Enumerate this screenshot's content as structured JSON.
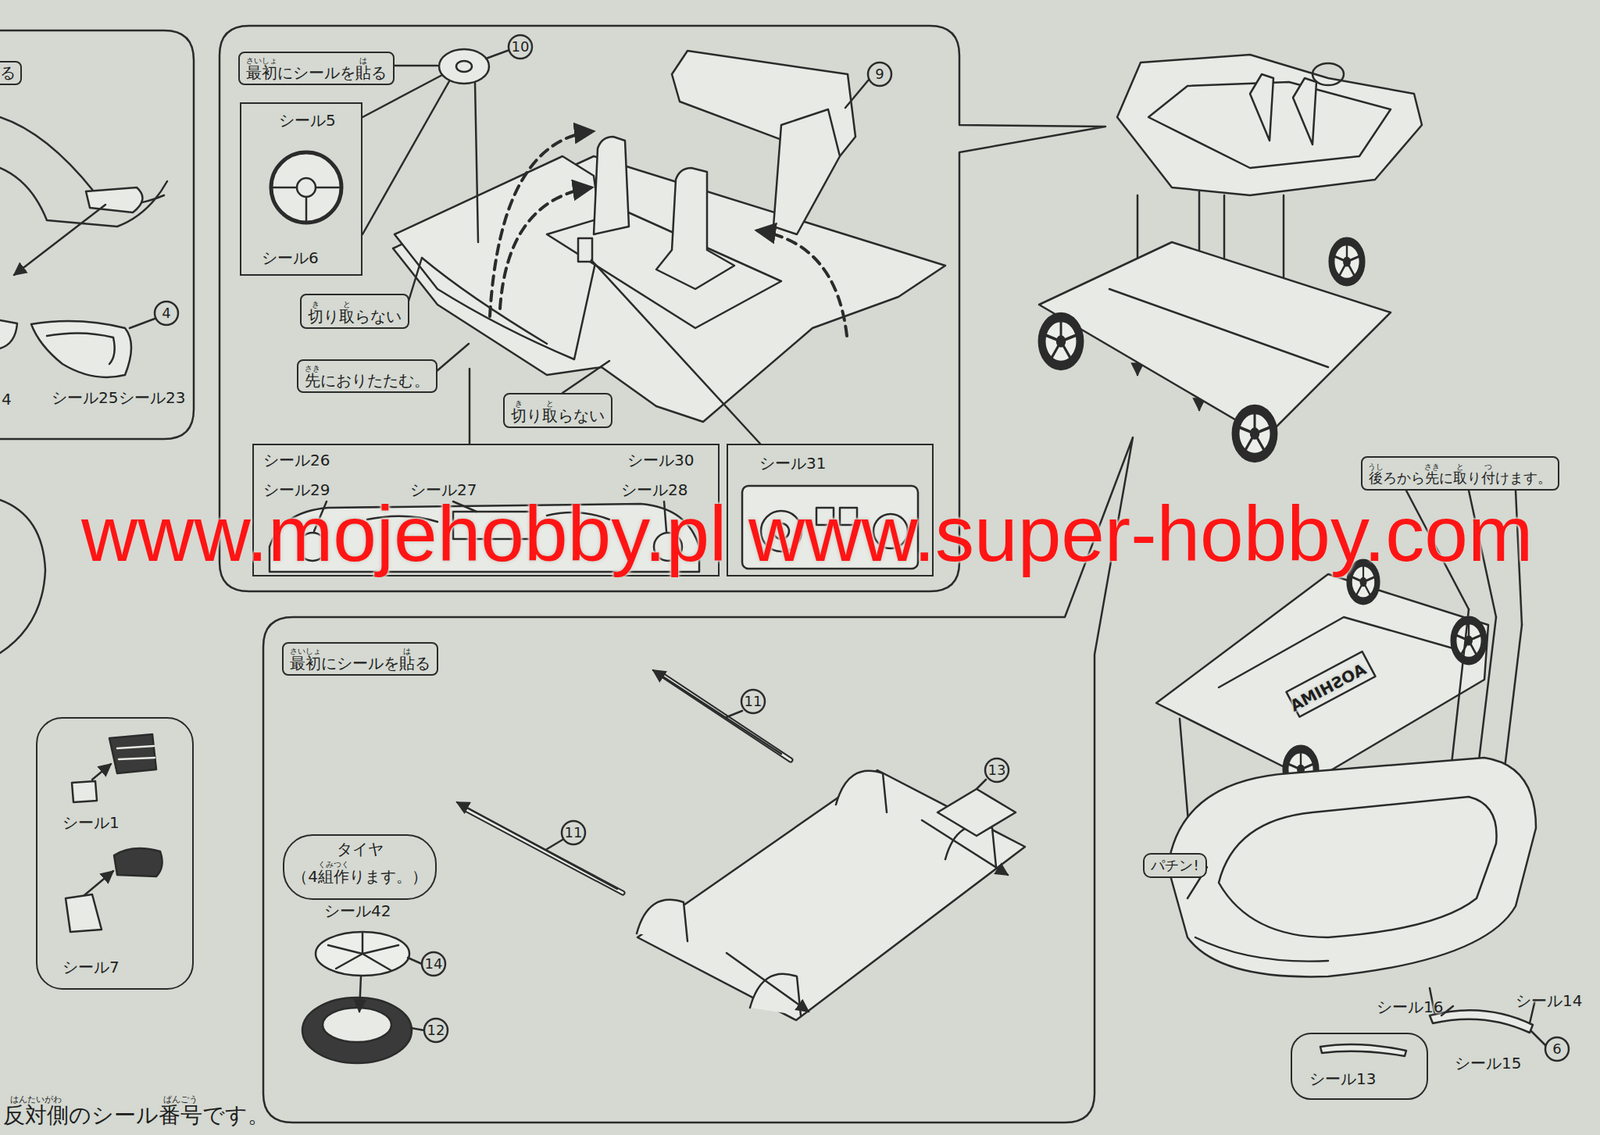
{
  "diagram": {
    "nodes": [
      {
        "text": [
          "る"
        ]
      },
      {
        "text": [
          "シール1",
          "シール7"
        ]
      },
      {
        "text": [
          "最初にシールを貼る",
          "さいしょ",
          "は"
        ]
      },
      {
        "text": [
          "シール5",
          "シール6"
        ]
      },
      {
        "text": [
          "切り取らない",
          "き",
          "と"
        ]
      },
      {
        "text": [
          "先におりたたむ。",
          "さき"
        ]
      },
      {
        "text": [
          "切り取らない",
          "き",
          "と"
        ]
      },
      {
        "text": [
          "シール26",
          "シール30",
          "シール29",
          "シール27",
          "シール28"
        ]
      },
      {
        "text": [
          "シール31"
        ]
      },
      {
        "text": [
          "最初にシールを貼る",
          "さいしょ",
          "は"
        ]
      },
      {
        "text": [
          "タイヤ",
          "（4組作ります。）",
          "くみ",
          "つく"
        ]
      },
      {
        "text": [
          "後ろから先に取り付けます。",
          "うし",
          "さき",
          "と",
          "つ"
        ]
      },
      {
        "text": [
          "パチン!"
        ]
      },
      {
        "text": [
          "シール13"
        ]
      }
    ],
    "labels": [
      "4",
      "シール25",
      "シール23",
      "4",
      "10",
      "9",
      "11",
      "11",
      "13",
      "シール42",
      "14",
      "12",
      "AOSHIMA",
      "シール16",
      "シール14",
      "シール15",
      "6",
      "反対側のシール番号です。",
      "はんたいがわ",
      "ばんごう",
      "www.mojehobby.pl www.super-hobby.com"
    ]
  }
}
